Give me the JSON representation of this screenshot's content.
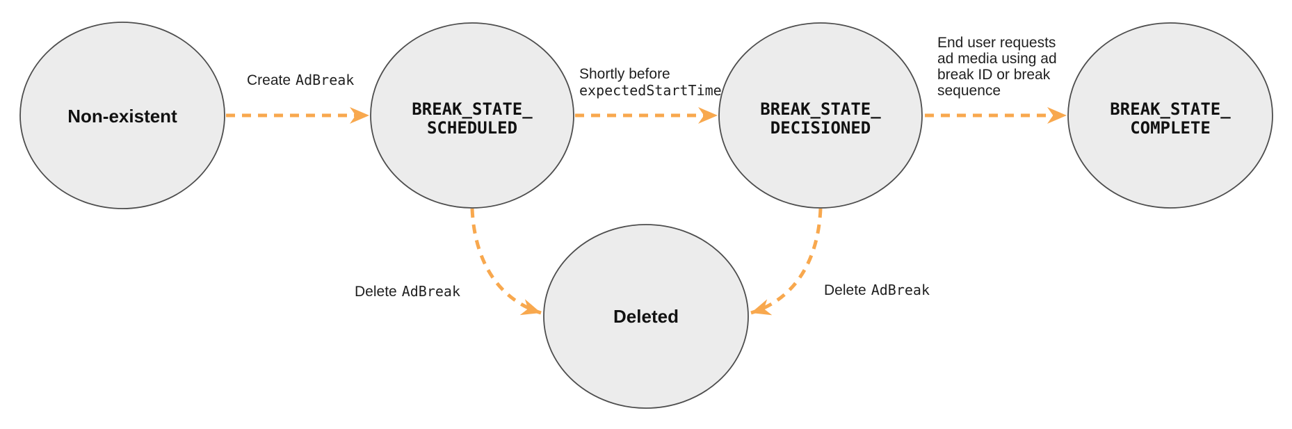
{
  "colors": {
    "node_fill": "#ececec",
    "node_stroke": "#4d4d4d",
    "edge": "#F8A84E",
    "label_text": "#1f1f1f"
  },
  "nodes": {
    "non_existent": {
      "label": "Non-existent"
    },
    "scheduled": {
      "line1": "BREAK_STATE_",
      "line2": "SCHEDULED"
    },
    "decisioned": {
      "line1": "BREAK_STATE_",
      "line2": "DECISIONED"
    },
    "complete": {
      "line1": "BREAK_STATE_",
      "line2": "COMPLETE"
    },
    "deleted": {
      "label": "Deleted"
    }
  },
  "edges": {
    "create_adbreak": {
      "prefix": "Create",
      "code": "AdBreak"
    },
    "scheduled_to_decisioned": {
      "line1": "Shortly before",
      "code_line": "expectedStartTime"
    },
    "decisioned_to_complete": {
      "lines": [
        "End user requests",
        "ad media using ad",
        "break ID or break",
        "sequence"
      ]
    },
    "scheduled_to_deleted": {
      "prefix": "Delete",
      "code": "AdBreak"
    },
    "decisioned_to_deleted": {
      "prefix": "Delete",
      "code": "AdBreak"
    }
  }
}
